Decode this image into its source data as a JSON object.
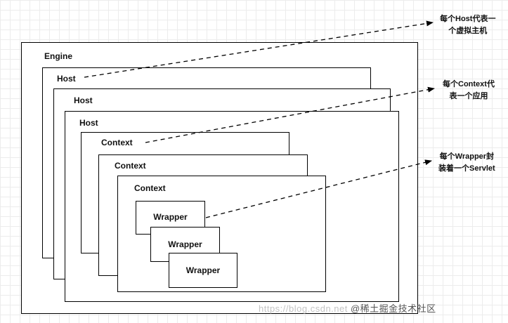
{
  "diagram": {
    "engine": {
      "label": "Engine"
    },
    "hosts": [
      {
        "label": "Host"
      },
      {
        "label": "Host"
      },
      {
        "label": "Host"
      }
    ],
    "contexts": [
      {
        "label": "Context"
      },
      {
        "label": "Context"
      },
      {
        "label": "Context"
      }
    ],
    "wrappers": [
      {
        "label": "Wrapper"
      },
      {
        "label": "Wrapper"
      },
      {
        "label": "Wrapper"
      }
    ],
    "notes": {
      "host": [
        "每个Host代表一",
        "个虚拟主机"
      ],
      "context": [
        "每个Context代",
        "表一个应用"
      ],
      "wrapper": [
        "每个Wrapper封",
        "装着一个Servlet"
      ]
    }
  },
  "watermark": {
    "url": "https://blog.csdn.net",
    "author": "@稀土掘金技术社区"
  }
}
